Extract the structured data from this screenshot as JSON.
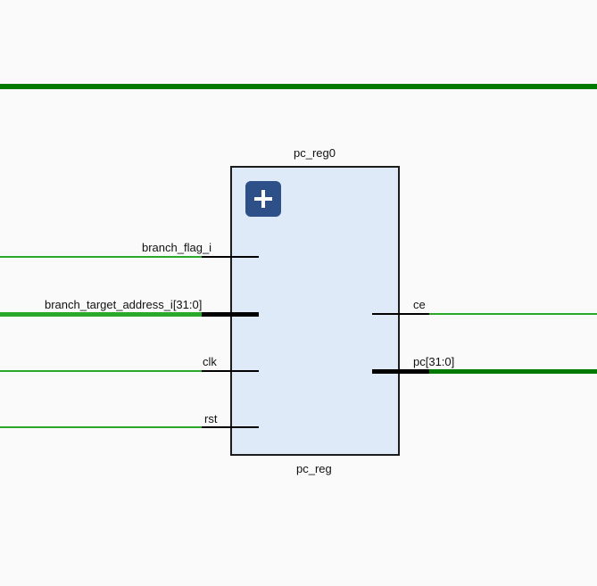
{
  "colors": {
    "background": "#fafafa",
    "block_fill": "#dfeaf8",
    "block_border": "#1c1c1c",
    "wire_green": "#2aa82a",
    "bus_green": "#007a00",
    "expand_button": "#2e5089"
  },
  "block": {
    "instance_name": "pc_reg0",
    "module_name": "pc_reg",
    "expand_icon": "plus-icon"
  },
  "ports": {
    "inputs": [
      {
        "name": "branch_flag_i",
        "bus": false
      },
      {
        "name": "branch_target_address_i[31:0]",
        "bus": true
      },
      {
        "name": "clk",
        "bus": false
      },
      {
        "name": "rst",
        "bus": false
      }
    ],
    "outputs": [
      {
        "name": "ce",
        "bus": false
      },
      {
        "name": "pc[31:0]",
        "bus": true
      }
    ]
  }
}
